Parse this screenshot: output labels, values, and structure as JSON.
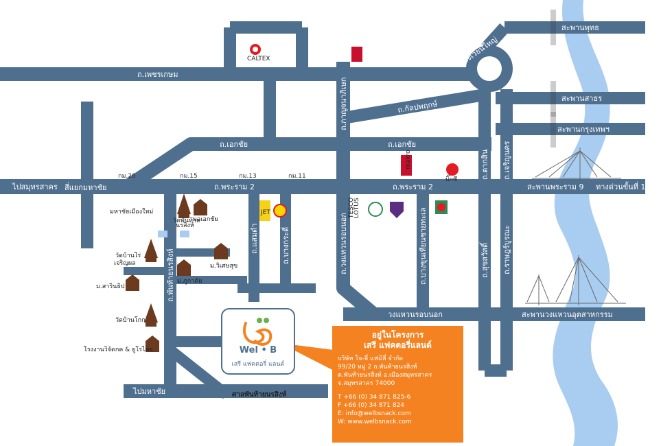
{
  "colors": {
    "road": "#4f6f8f",
    "river": "#a8cdf0",
    "accent": "#f58220",
    "text": "#222222"
  },
  "roads": {
    "phetkasem": "ถ.เพชรเกษม",
    "kanlapaphruek": "ถ.กัลปพฤกษ์",
    "ekkachai_left": "ถ.เอกชัย",
    "ekkachai_right": "ถ.เอกชัย",
    "rama2_left": "ถ.พระราม 2",
    "rama2_right": "ถ.พระราม 2",
    "kanchanaphisek": "ถ.กาญจนาภิเษก",
    "taksin": "ถ.ตากสิน",
    "charoennakhon": "ถ.เจริญนคร",
    "wongwaen_v": "ถ.วงแหวนรอบนอก",
    "bangkhunthian": "ถ.บางขุนเทียนชายทะเล",
    "suksawat": "ถ.สุขสวัสดิ์",
    "ratburana": "ถ.ราษฎร์บูรณะ",
    "phanthai": "ถ.พันท้ายนรสิงห์",
    "saenda": "ถ.แสมดำ",
    "bangkradi": "ถ.บางกระดี่",
    "wongwaen_h": "วงแหวนรอบนอก",
    "to_samutsakhon": "ไปสมุทรสาคร",
    "sam_yaek": "สี่แยกมหาชัย",
    "to_mahachai": "ไปมหาชัย",
    "wongwian_yai": "วงเวียนใหญ่",
    "expressway_note": "ทางด่วนขั้นที่ 1"
  },
  "bridges": [
    "สะพานพุทธ",
    "สะพานสาธร",
    "สะพานกรุงเทพฯ",
    "สะพานพระราม 9",
    "สะพานวงแหวนอุตสาหกรรม"
  ],
  "km_markers": [
    "กม.26",
    "กม.15",
    "กม.13",
    "กม.11"
  ],
  "places": {
    "mahachai_muang_mai": "มหาชัยเมืองใหม่",
    "wat_ban_rai": "วัดบ้านไร่",
    "charoenphon": "เจริญผล",
    "wat_phan_thai": "วัดพันท้าย",
    "narasingh": "นรสิงห์",
    "mo_ekkachai": "มอเอกชัย",
    "mo_wisetsuk": "ม.วิเศษสุข",
    "mo_phukamai": "ม.ภูกาดัย",
    "mo_sarinthip": "ม.สารินธิป",
    "wat_ban_khok": "วัดบ้านโกก",
    "factory": "โรงงานวิจัดกค & ยูโรไทย",
    "sala_phanthai": "ศาลพันท้ายนรสิงห์"
  },
  "brands": {
    "caltex": "CALTEX",
    "jet": "JET",
    "makro": "makro",
    "tesco": "TESCO",
    "lotus": "LOTUS",
    "big_c": "บิ๊กซี"
  },
  "logo": {
    "brand": "Wel • B",
    "subtitle": "เสรี แฟคตอรี่ แลนด์"
  },
  "info": {
    "heading_1": "อยู่ในโครงการ",
    "heading_2": "เสรี แฟคตอรี่แลนด์",
    "company": "บริษัท โจ-ลี่ แฟมิลี่ จำกัด",
    "address_1": "99/20 หมู่ 2 ถ.พันท้ายนรสิงห์",
    "address_2": "ต.พันท้ายนรสิงห์ อ.เมืองสมุทรสาคร",
    "address_3": "จ.สมุทรสาคร 74000",
    "tel": "T +66 (0) 34 871 825-6",
    "fax": "F +66 (0) 34 871 824",
    "email": "E: info@welbsnack.com",
    "web": "W: www.welbsnack.com"
  }
}
